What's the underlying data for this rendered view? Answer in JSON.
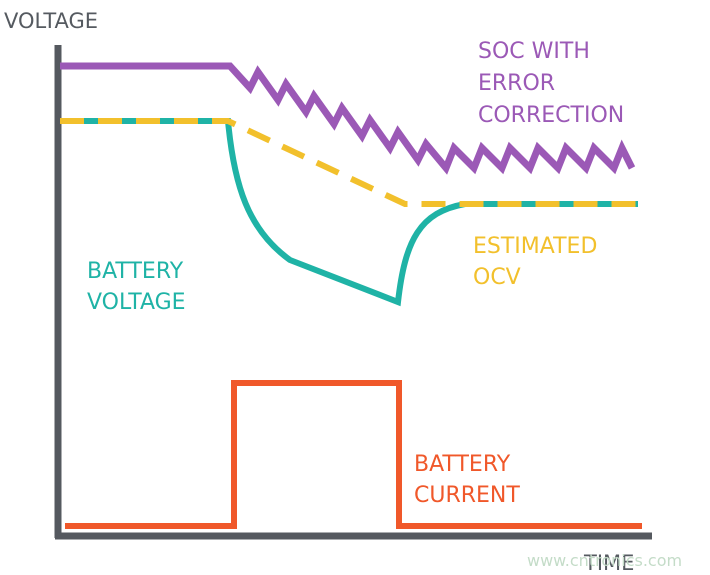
{
  "axes": {
    "y_label": "VOLTAGE",
    "x_label": "TIME"
  },
  "labels": {
    "soc": [
      "SOC WITH",
      "ERROR",
      "CORRECTION"
    ],
    "battery_voltage": [
      "BATTERY",
      "VOLTAGE"
    ],
    "estimated_ocv": [
      "ESTIMATED",
      "OCV"
    ],
    "battery_current": [
      "BATTERY",
      "CURRENT"
    ]
  },
  "watermark": "www.cntronics.com",
  "colors": {
    "soc": "#9b59b6",
    "battery_voltage": "#1fb3a6",
    "estimated_ocv": "#f2c02c",
    "battery_current": "#f0582a",
    "axis": "#55595f"
  }
}
